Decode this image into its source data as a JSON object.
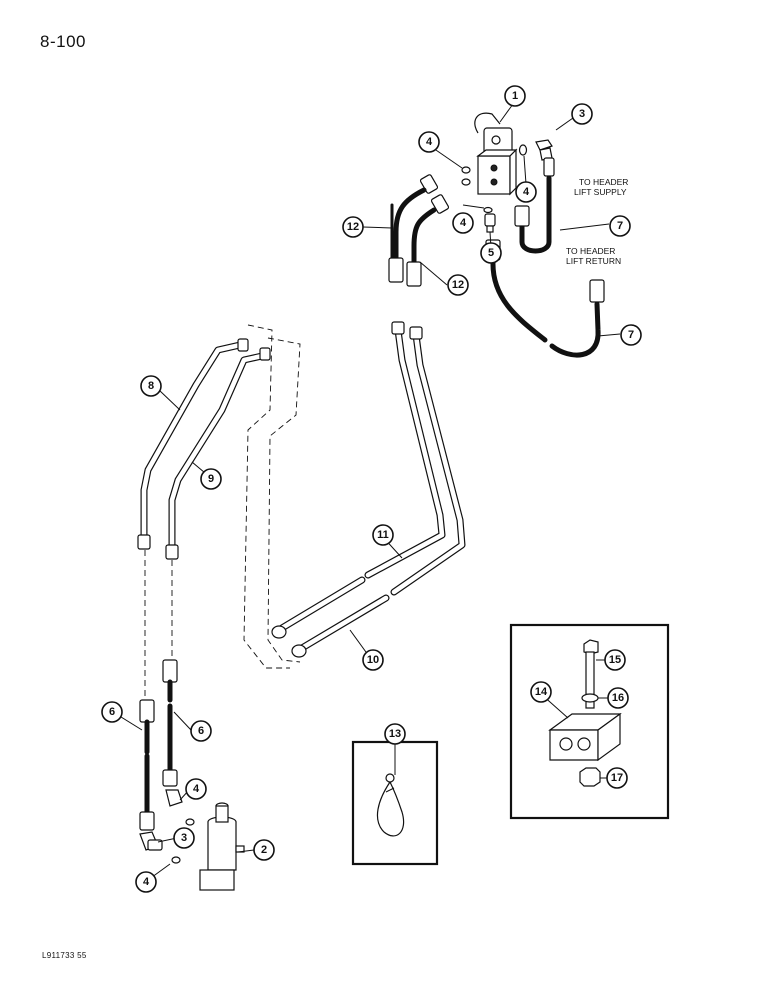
{
  "page": {
    "page_number": "8-100",
    "figure_code": "L911733 55"
  },
  "notes": {
    "header_lift_supply_line1": "TO HEADER",
    "header_lift_supply_line2": "LIFT SUPPLY",
    "header_lift_return_line1": "TO HEADER",
    "header_lift_return_line2": "LIFT RETURN"
  },
  "callouts": {
    "c1": "1",
    "c3_top": "3",
    "c4_a": "4",
    "c4_b": "4",
    "c4_c": "4",
    "c5": "5",
    "c7_a": "7",
    "c7_b": "7",
    "c12_a": "12",
    "c12_b": "12",
    "c8": "8",
    "c9": "9",
    "c11": "11",
    "c10": "10",
    "c6_a": "6",
    "c6_b": "6",
    "c4_d": "4",
    "c3_bottom": "3",
    "c2": "2",
    "c4_e": "4",
    "c13": "13",
    "c14": "14",
    "c15": "15",
    "c16": "16",
    "c17": "17"
  }
}
